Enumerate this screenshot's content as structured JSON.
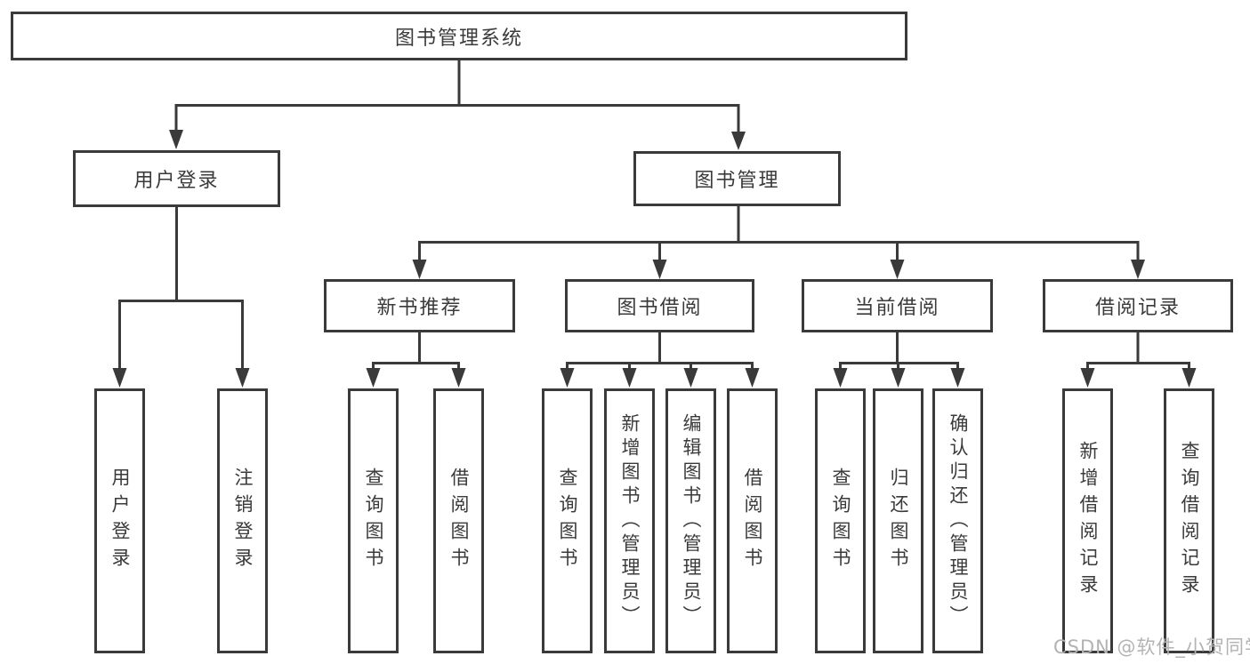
{
  "diagram": {
    "title": "图书管理系统",
    "tree": {
      "root": {
        "label": "图书管理系统"
      },
      "branches": [
        {
          "label": "用户登录",
          "children": [
            {
              "label": "用户登录"
            },
            {
              "label": "注销登录"
            }
          ]
        },
        {
          "label": "图书管理",
          "children": [
            {
              "label": "新书推荐",
              "children": [
                {
                  "label": "查询图书"
                },
                {
                  "label": "借阅图书"
                }
              ]
            },
            {
              "label": "图书借阅",
              "children": [
                {
                  "label": "查询图书"
                },
                {
                  "label": "新增图书（管理员）"
                },
                {
                  "label": "编辑图书（管理员）"
                },
                {
                  "label": "借阅图书"
                }
              ]
            },
            {
              "label": "当前借阅",
              "children": [
                {
                  "label": "查询图书"
                },
                {
                  "label": "归还图书"
                },
                {
                  "label": "确认归还（管理员）"
                }
              ]
            },
            {
              "label": "借阅记录",
              "children": [
                {
                  "label": "新增借阅记录"
                },
                {
                  "label": "查询借阅记录"
                }
              ]
            }
          ]
        }
      ]
    },
    "watermark": "CSDN @软件_小贺同学",
    "colors": {
      "line": "#3a3a3a",
      "text": "#3a3a3a",
      "watermark": "#b3b3b3",
      "background": "#ffffff"
    }
  }
}
